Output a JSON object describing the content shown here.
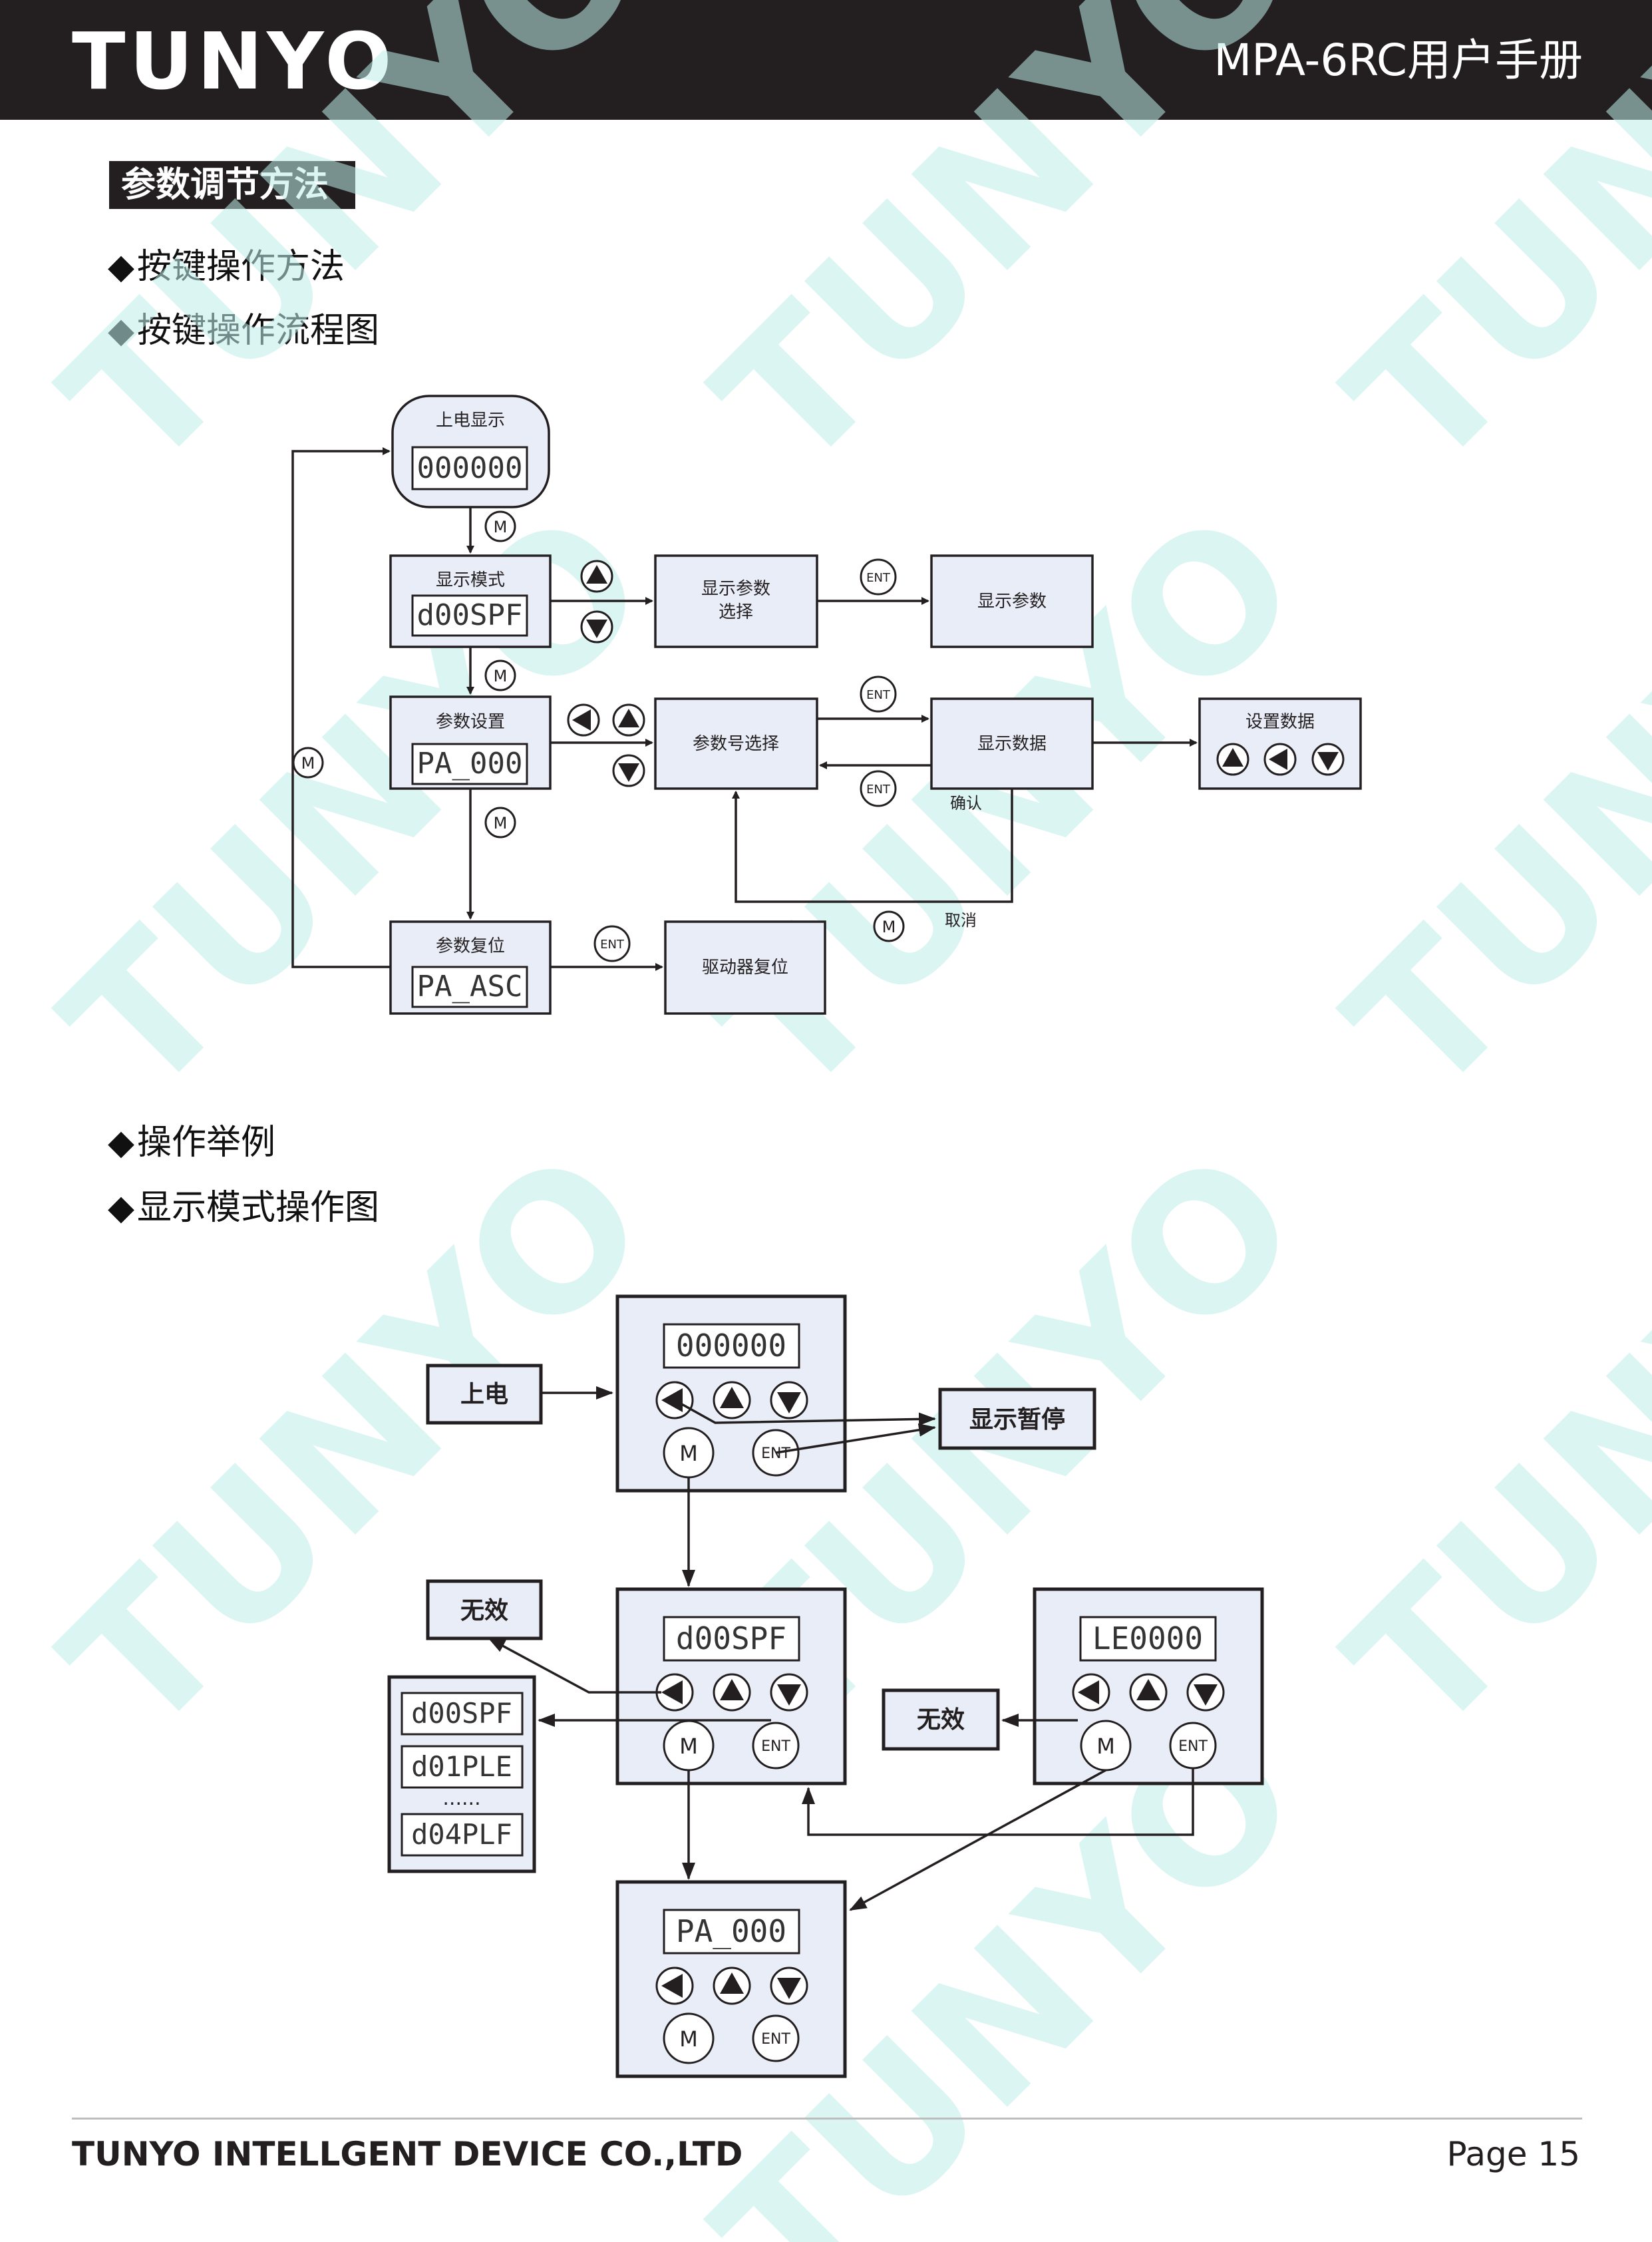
{
  "header": {
    "logo": "TUNYO",
    "manual_title": "MPA-6RC用户手册"
  },
  "watermark": "TUNYO",
  "section": {
    "title": "参数调节方法"
  },
  "bullets": [
    "按键操作方法",
    "按键操作流程图",
    "操作举例",
    "显示模式操作图"
  ],
  "flowchart": {
    "power_on": {
      "label": "上电显示",
      "display": "000000"
    },
    "display_mode": {
      "label": "显示模式",
      "display": "d00SPF"
    },
    "param_setting": {
      "label": "参数设置",
      "display": "PA_000"
    },
    "param_reset": {
      "label": "参数复位",
      "display": "PA_ASC"
    },
    "show_param_select": {
      "line1": "显示参数",
      "line2": "选择"
    },
    "show_param": "显示参数",
    "param_no_select": "参数号选择",
    "show_data": "显示数据",
    "set_data": "设置数据",
    "driver_reset": "驱动器复位",
    "confirm": "确认",
    "cancel": "取消",
    "key_m": "M",
    "key_ent": "ENT"
  },
  "operation": {
    "power_on": "上电",
    "display_pause": "显示暂停",
    "invalid_left": "无效",
    "invalid_right": "无效",
    "panel_top_display": "000000",
    "panel_mid_display": "d00SPF",
    "panel_right_display": "LE0000",
    "panel_bottom_display": "PA_000",
    "list_items": [
      "d00SPF",
      "d01PLE",
      "......",
      "d04PLF"
    ],
    "key_m": "M",
    "key_ent": "ENT"
  },
  "footer": {
    "company": "TUNYO INTELLGENT DEVICE CO.,LTD",
    "page": "Page 15"
  },
  "colors": {
    "header_bg": "#231f20",
    "box_fill": "#e9edf7",
    "watermark": "#9fe0dc"
  },
  "icons": [
    "up-arrow-icon",
    "down-arrow-icon",
    "left-arrow-icon"
  ]
}
